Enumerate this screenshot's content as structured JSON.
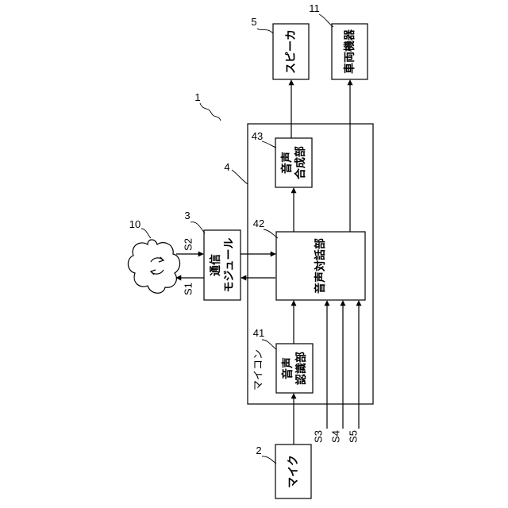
{
  "figure": {
    "system_ref": "1",
    "microcomputer": {
      "ref": "4",
      "label": "マイコン"
    },
    "speech_recognition": {
      "ref": "41",
      "line1": "音声",
      "line2": "認識部"
    },
    "speech_dialogue": {
      "ref": "42",
      "label": "音声対話部"
    },
    "speech_synthesis": {
      "ref": "43",
      "line1": "音声",
      "line2": "合成部"
    },
    "speaker": {
      "ref": "5",
      "label": "スピーカ"
    },
    "vehicle_device": {
      "ref": "11",
      "label": "車両機器"
    },
    "comm_module": {
      "ref": "3",
      "line1": "通信",
      "line2": "モジュール"
    },
    "cloud": {
      "ref": "10"
    },
    "microphone": {
      "ref": "2",
      "label": "マイク"
    },
    "signals": {
      "s1": "S1",
      "s2": "S2",
      "s3": "S3",
      "s4": "S4",
      "s5": "S5"
    }
  }
}
